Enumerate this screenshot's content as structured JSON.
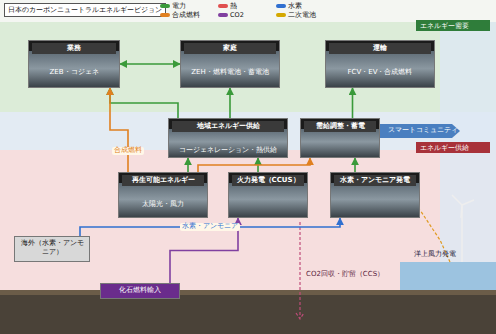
{
  "diagram": {
    "title": "日本のカーボンニュートラルエネルギービジョン",
    "nodes": [
      {
        "text": [
          "業務",
          "ZEB・コジェネ"
        ]
      },
      {
        "text": [
          "家庭",
          "ZEH・燃料電池・蓄電池"
        ]
      },
      {
        "text": [
          "運輸",
          "FCV・EV・合成燃料"
        ]
      },
      {
        "text": [
          "地域エネルギー供給",
          "コージェネレーション・熱供給"
        ]
      },
      {
        "text": [
          "需給調整・蓄電"
        ]
      },
      {
        "text": [
          "再生可能エネルギー",
          "太陽光・風力"
        ]
      },
      {
        "text": [
          "火力発電（CCUS）"
        ]
      },
      {
        "text": [
          "水素・アンモニア発電"
        ]
      },
      {
        "text": [
          "海外（水素・アンモニア）"
        ]
      },
      {
        "text": [
          "化石燃料輸入"
        ]
      }
    ],
    "edges": [
      {
        "from": 5,
        "to": 3,
        "arrow": "to"
      },
      {
        "from": 6,
        "to": 3,
        "arrow": "to"
      },
      {
        "from": 7,
        "to": 4,
        "arrow": "to"
      },
      {
        "from": 3,
        "to": 0,
        "arrow": "to"
      },
      {
        "from": 3,
        "to": 1,
        "arrow": "to"
      },
      {
        "from": 4,
        "to": 2,
        "arrow": "to"
      },
      {
        "from": 8,
        "to": 7,
        "arrow": "to",
        "label": "水素・アンモニア"
      },
      {
        "from": 9,
        "to": 6,
        "arrow": "to"
      },
      {
        "from": 5,
        "to": 4,
        "arrow": "to"
      },
      {
        "from": 0,
        "to": 1,
        "arrow": "both"
      },
      {
        "from": 5,
        "to": 0,
        "arrow": "to",
        "label": "合成燃料"
      }
    ],
    "labels": [
      "エネルギー需要",
      "スマートコミュニティ",
      "エネルギー供給",
      "洋上風力発電",
      "CO2回収・貯留（CCS）"
    ],
    "legend": [
      {
        "text": "電力",
        "color": "#3a9a3a"
      },
      {
        "text": "熱",
        "color": "#e05050"
      },
      {
        "text": "水素",
        "color": "#3070d0"
      },
      {
        "text": "合成燃料",
        "color": "#e08020"
      },
      {
        "text": "CO2",
        "color": "#8040a0"
      },
      {
        "text": "二次電池",
        "color": "#d4a800"
      }
    ]
  }
}
